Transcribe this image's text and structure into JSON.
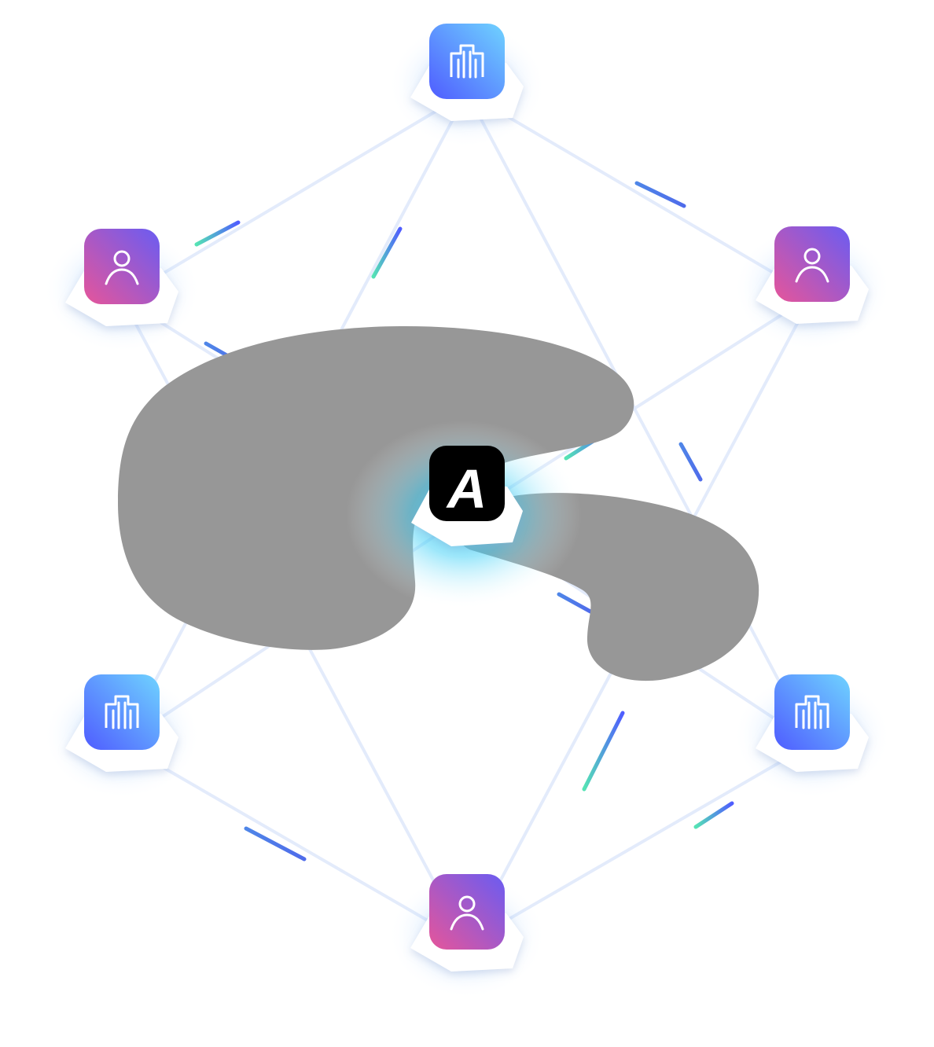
{
  "diagram": {
    "center": {
      "label": "A",
      "type": "hub",
      "icon": "brand-logo-icon",
      "color": "#000000"
    },
    "nodes": [
      {
        "id": "top",
        "type": "organization",
        "icon": "building-icon",
        "color_from": "#6fd3ff",
        "color_to": "#4f5cff"
      },
      {
        "id": "upper-left",
        "type": "user",
        "icon": "user-icon",
        "color_from": "#7a56f0",
        "color_to": "#e0559a"
      },
      {
        "id": "upper-right",
        "type": "user",
        "icon": "user-icon",
        "color_from": "#7a56f0",
        "color_to": "#e0559a"
      },
      {
        "id": "lower-left",
        "type": "organization",
        "icon": "building-icon",
        "color_from": "#6fd3ff",
        "color_to": "#4f5cff"
      },
      {
        "id": "lower-right",
        "type": "organization",
        "icon": "building-icon",
        "color_from": "#6fd3ff",
        "color_to": "#4f5cff"
      },
      {
        "id": "bottom",
        "type": "user",
        "icon": "user-icon",
        "color_from": "#7a56f0",
        "color_to": "#e0559a"
      }
    ],
    "edges": [
      [
        "top",
        "upper-left"
      ],
      [
        "top",
        "upper-right"
      ],
      [
        "top",
        "lower-left"
      ],
      [
        "top",
        "lower-right"
      ],
      [
        "upper-left",
        "bottom"
      ],
      [
        "upper-right",
        "bottom"
      ],
      [
        "lower-left",
        "bottom"
      ],
      [
        "lower-right",
        "bottom"
      ],
      [
        "upper-left",
        "center"
      ],
      [
        "upper-right",
        "center"
      ],
      [
        "lower-left",
        "center"
      ],
      [
        "lower-right",
        "center"
      ]
    ],
    "colors": {
      "edge": "#dfe8fb",
      "pulse_from": "#55e3b4",
      "pulse_to": "#4f5cff",
      "glow": "#33c8f2",
      "occlusion": "#979797"
    }
  }
}
